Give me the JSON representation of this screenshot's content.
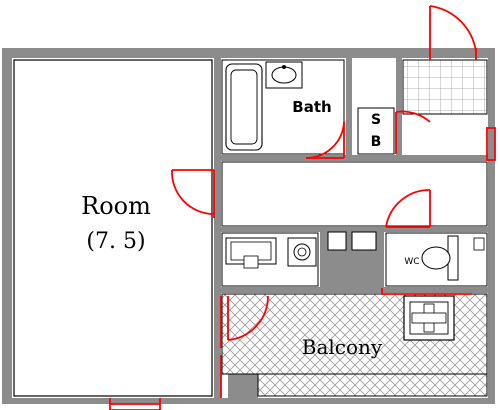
{
  "rooms": {
    "room_name": "Room",
    "room_size": "(7. 5)",
    "bath": "Bath",
    "storage_line1": "S",
    "storage_line2": "B",
    "balcony": "Balcony",
    "toilet": "WC"
  },
  "colors": {
    "wall": "#8c8c8c",
    "line": "#000000",
    "door": "#ff0000",
    "hatch": "#9a9a9a"
  }
}
